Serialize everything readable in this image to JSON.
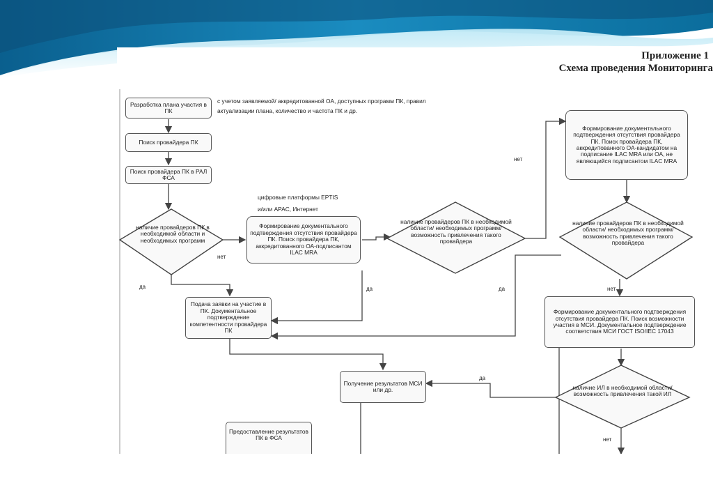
{
  "header": {
    "appendix": "Приложение 1",
    "title": "Схема проведения Мониторинга"
  },
  "boxes": {
    "plan": "Разработка плана участия в ПК",
    "search_provider": "Поиск провайдера ПК",
    "search_ral": "Поиск провайдера ПК в РАЛ ФСА",
    "formation_ilac": "Формирование документального подтверждения отсутствия провайдера ПК. Поиск провайдера ПК, аккредитованного ОА-подписантом ILAC MRA",
    "application": "Подача заявки на участие в ПК. Документальное подтверждение компетентности провайдера ПК",
    "results": "Получение результатов МСИ или др.",
    "provide_results": "Предоставление результатов ПК в ФСА",
    "formation_candidate": "Формирование документального подтверждения отсутствия провайдера ПК. Поиск провайдера ПК, аккредитованного ОА-кандидатом на подписание ILAC MRA или ОА, не являющийся подписантом ILAC MRA",
    "formation_msi": "Формирование документального подтверждения отсутствия провайдера ПК. Поиск возможности участия в МСИ. Документальное подтверждение соответствия МСИ ГОСТ ISO/IEC 17043"
  },
  "diamonds": {
    "d1": "наличие провайдеров ПК в необходимой области и необходимых программ",
    "d2": "наличие провайдеров ПК в необходимой области/ необходимых программ/ возможность привлечения такого провайдера",
    "d3": "наличие провайдеров ПК в необходимой области/ необходимых программ/ возможность привлечения такого провайдера",
    "d4": "наличие ИЛ в необходимой области/ возможность привлечения такой ИЛ"
  },
  "notes": {
    "plan_note": "с учетом заявляемой/ аккредитованной ОА, доступных программ ПК, правил актуализации плана, количество и частота ПК и др.",
    "platforms_line1": "цифровые платформы EPTIS",
    "platforms_line2": "и/или APAC, Интернет"
  },
  "labels": {
    "yes": "да",
    "no": "нет"
  },
  "colors": {
    "banner_dark": "#0b6d9c",
    "banner_light": "#7fd0ea",
    "line": "#444444"
  }
}
